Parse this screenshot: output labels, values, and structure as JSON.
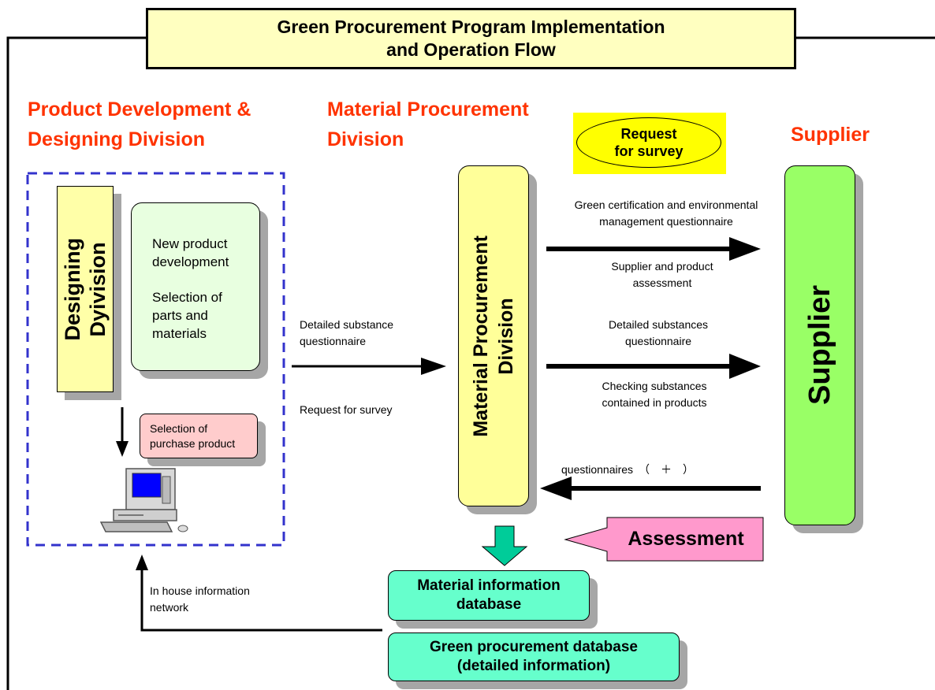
{
  "title": {
    "line1": "Green Procurement Program Implementation",
    "line2": "and Operation Flow"
  },
  "sections": {
    "design": {
      "line1": "Product Development &",
      "line2": "Designing Division"
    },
    "procurement": {
      "line1": "Material Procurement",
      "line2": "Division"
    },
    "supplier": "Supplier"
  },
  "request_badge": {
    "line1": "Request",
    "line2": "for survey"
  },
  "design_box": {
    "title_line1": "Designing",
    "title_line2": "Dyivision",
    "tasks": {
      "line1": "New product",
      "line2": "development",
      "line3": "Selection of",
      "line4": "parts and",
      "line5": "materials"
    },
    "purchase": {
      "line1": "Selection of",
      "line2": "purchase product"
    }
  },
  "procurement_box": {
    "line1": "Material Procurement",
    "line2": "Division"
  },
  "supplier_box": "Supplier",
  "flows": {
    "design_to_procurement": {
      "top_line1": "Detailed substance",
      "top_line2": "questionnaire",
      "bottom": "Request for survey"
    },
    "green_cert": {
      "top_line1": "Green certification and environmental",
      "top_line2": "management questionnaire",
      "bottom_line1": "Supplier and product",
      "bottom_line2": "assessment"
    },
    "substances": {
      "top_line1": "Detailed substances",
      "top_line2": "questionnaire",
      "bottom_line1": "Checking substances",
      "bottom_line2": "contained in products"
    },
    "return": "questionnaires　（　＋　）",
    "network_line1": "In house information",
    "network_line2": "network"
  },
  "assessment": "Assessment",
  "databases": {
    "material": {
      "line1": "Material information",
      "line2": "database"
    },
    "green": {
      "line1": "Green procurement database",
      "line2": "(detailed information)"
    }
  },
  "colors": {
    "section_heading": "#ff3300",
    "title_fill": "#ffffc0",
    "design_fill": "#ffffa8",
    "tasks_fill": "#e8ffe0",
    "purchase_fill": "#ffcccc",
    "procurement_fill": "#ffff99",
    "supplier_fill": "#99ff66",
    "badge_fill": "#ffff00",
    "assessment_fill": "#ff99cc",
    "database_fill": "#66ffcc",
    "down_arrow_fill": "#00cc99",
    "dashed_border": "#3333cc"
  },
  "icons": [
    "computer-icon"
  ]
}
